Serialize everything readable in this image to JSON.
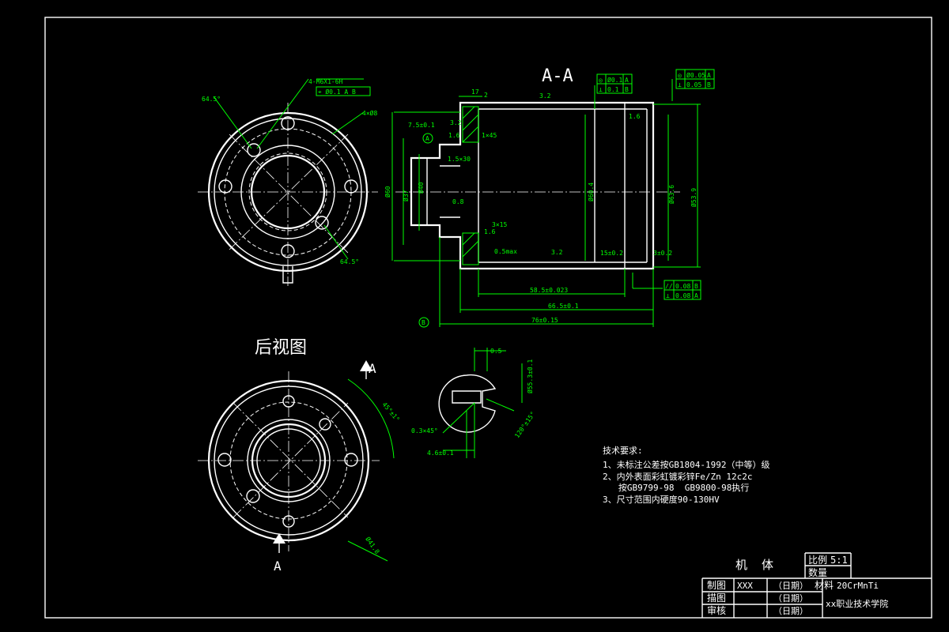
{
  "views": {
    "section_label": "A-A",
    "rear_view_label": "后视图",
    "cut_marker_label": "A"
  },
  "front_view": {
    "thread": "4-M6X1-6H",
    "thread_tol": "⌖ Ø0.1 A B",
    "angle_top": "64.5°",
    "angle_bottom": "64.5°",
    "angle_right": "4×Ø8"
  },
  "section": {
    "gdt_top": [
      [
        "◎",
        "Ø0.1",
        "A"
      ],
      [
        "⊥",
        "0.1",
        "B"
      ]
    ],
    "gdt_right": [
      [
        "◎",
        "Ø0.05",
        "A"
      ],
      [
        "⊥",
        "0.05",
        "B"
      ]
    ],
    "gdt_bottom": [
      [
        "//",
        "0.08",
        "B"
      ],
      [
        "⊥",
        "0.08",
        "A"
      ]
    ],
    "roughness": [
      "3.2",
      "3.2",
      "1.6",
      "1.6",
      "3.2",
      "1.6",
      "0.8"
    ],
    "left_dims": [
      "Ø60",
      "Ø40",
      "Ø37",
      "7.5±0.1",
      "1.5×30",
      "3×15",
      "1×45",
      "0.5max"
    ],
    "top_dims": [
      "17",
      "2"
    ],
    "inner_dims": [
      "Ø60.4",
      "Ø63.6",
      "Ø53.9",
      "15±0.2",
      "3±0.2"
    ],
    "datum": "B",
    "datum_a": "A",
    "bottom_dims": [
      "58.5±0.023",
      "66.5±0.1",
      "76±0.15"
    ]
  },
  "detail": {
    "dim_top": "0.5",
    "dim_right": "Ø55.3±0.1",
    "dim_chamfer": "0.3×45°",
    "dim_width": "4.6±0.1",
    "dim_angle": "120°±15°"
  },
  "rear_view": {
    "angle": "45°±1°",
    "dia": "Ø41.8"
  },
  "notes": {
    "title": "技术要求:",
    "lines": [
      "1、未标注公差按GB1804-1992（中等）级",
      "2、内外表面彩虹镀彩锌Fe/Zn 12c2c",
      "   按GB9799-98  GB9800-98执行",
      "3、尺寸范围内硬度90-130HV"
    ]
  },
  "title_block": {
    "part_name": "机  体",
    "scale_label": "比例",
    "scale_value": "5:1",
    "qty_label": "数量",
    "row1_label": "制图",
    "row1_name": "XXX",
    "row1_date": "（日期）",
    "material_label": "材料",
    "material": "20CrMnTi",
    "row2_label": "描图",
    "row2_date": "（日期）",
    "row3_label": "审核",
    "row3_date": "（日期）",
    "org": "xx职业技术学院"
  }
}
